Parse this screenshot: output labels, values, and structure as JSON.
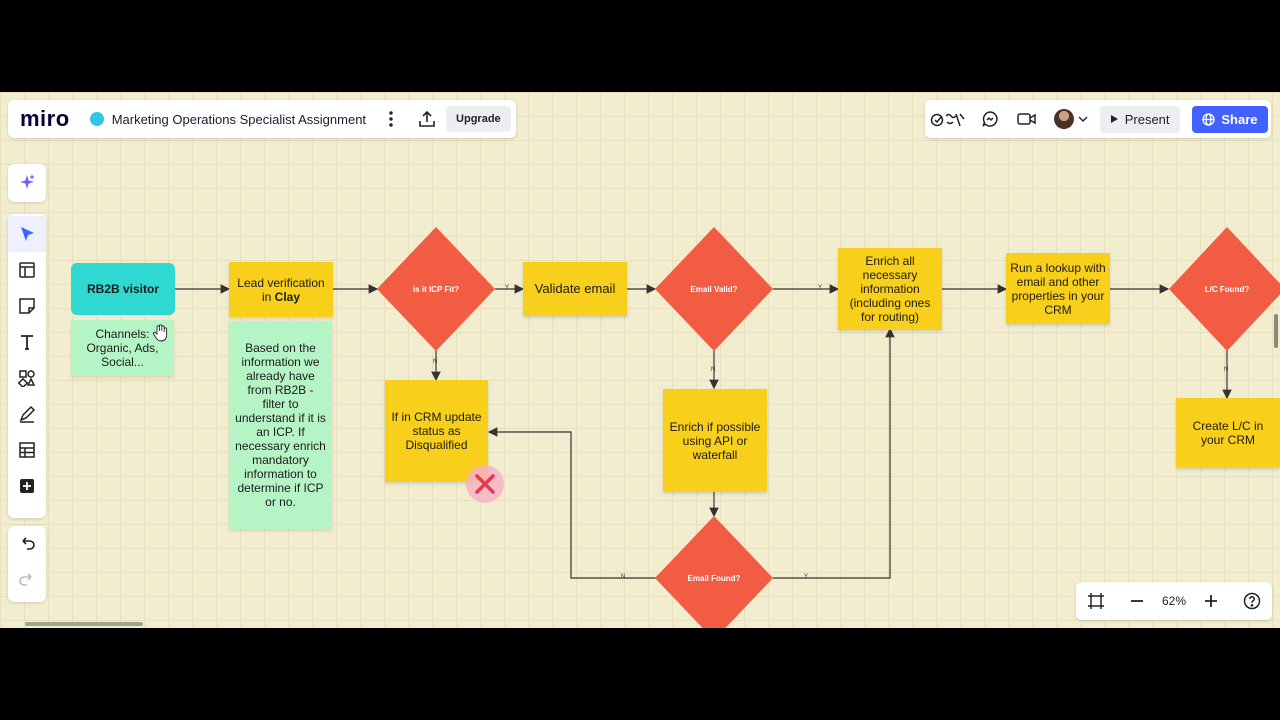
{
  "app": {
    "logo": "miro",
    "board_title": "Marketing Operations Specialist Assignment",
    "upgrade_label": "Upgrade",
    "present_label": "Present",
    "share_label": "Share",
    "zoom_level": "62%"
  },
  "toolbar_icons": [
    "sparkle-ai-icon",
    "select-cursor-icon",
    "templates-icon",
    "sticky-note-icon",
    "text-icon",
    "shapes-icon",
    "pen-icon",
    "table-icon",
    "add-more-icon",
    "undo-icon",
    "redo-icon"
  ],
  "colors": {
    "accent": "#4262ff",
    "sticky_yellow": "#f8cf1a",
    "sticky_green": "#b5f4c5",
    "diamond_red": "#f25c42",
    "cyan_shape": "#2fd8d0",
    "canvas": "#f3edcf"
  },
  "flow": {
    "rb2b_visitor": "RB2B visitor",
    "channels": "Channels: Organic, Ads, Social...",
    "lead_verification_prefix": "Lead verification in ",
    "lead_verification_tool": "Clay",
    "based_on": "Based on the information we already have from RB2B - filter to understand if it is an ICP. If necessary enrich mandatory information to determine if ICP or no.",
    "icp_fit": "is it ICP Fit?",
    "validate_email": "Validate email",
    "email_valid": "Email Valid?",
    "enrich_all": "Enrich all necessary information (including ones for routing)",
    "run_lookup": "Run a lookup with email and other properties in your CRM",
    "lc_found": "L/C Found?",
    "crm_disqualified": "If in CRM update status as Disqualified",
    "enrich_api": "Enrich if possible using API or waterfall",
    "email_found": "Email Found?",
    "create_lc": "Create L/C in your CRM",
    "yes": "Y",
    "no": "N"
  }
}
